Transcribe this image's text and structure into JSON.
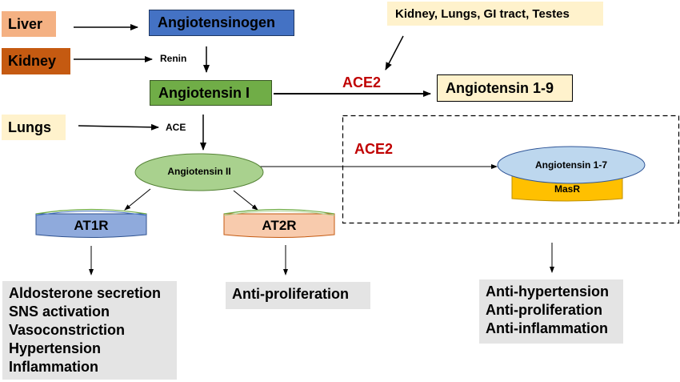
{
  "organs": {
    "liver": "Liver",
    "kidney": "Kidney",
    "lungs": "Lungs",
    "ace2_tissues": "Kidney, Lungs, GI tract, Testes"
  },
  "molecules": {
    "angiotensinogen": "Angiotensinogen",
    "angiotensin_1": "Angiotensin I",
    "angiotensin_2": "Angiotensin II",
    "angiotensin_1_9": "Angiotensin 1-9",
    "angiotensin_1_7": "Angiotensin 1-7"
  },
  "enzymes": {
    "renin": "Renin",
    "ace": "ACE",
    "ace2_top": "ACE2",
    "ace2_box": "ACE2"
  },
  "receptors": {
    "at1r": "AT1R",
    "at2r": "AT2R",
    "masr": "MasR"
  },
  "effects": {
    "at1r": [
      "Aldosterone secretion",
      "SNS activation",
      "Vasoconstriction",
      "Hypertension",
      "Inflammation"
    ],
    "at2r": [
      "Anti-proliferation"
    ],
    "masr": [
      "Anti-hypertension",
      "Anti-proliferation",
      "Anti-inflammation"
    ]
  },
  "colors": {
    "liver": "#f4b183",
    "kidney": "#c55a11",
    "lungs": "#fff2cc",
    "angiotensinogen": "#4472c4",
    "angiotensin_1": "#70ad47",
    "angiotensin_2": "#a9d18e",
    "angiotensin_1_9": "#fff2cc",
    "angiotensin_1_7": "#bdd7ee",
    "masr": "#ffc000",
    "at1r": "#8faadc",
    "at2r": "#f8cbad",
    "ace2_text": "#c00000",
    "effect_box": "#e4e4e4"
  }
}
